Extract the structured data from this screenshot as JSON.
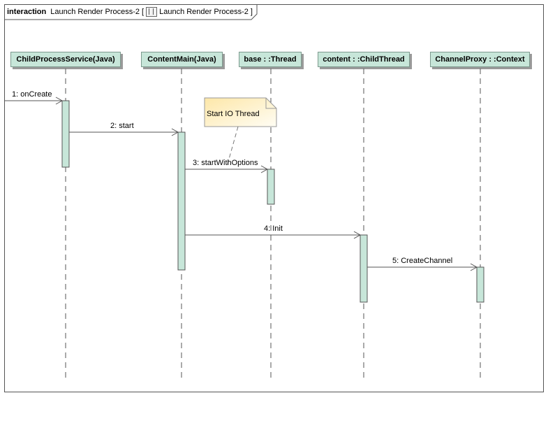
{
  "frame": {
    "keyword": "interaction",
    "name": "Launch Render Process-2",
    "bracket_open": "[",
    "reference": "Launch Render Process-2",
    "bracket_close": "]"
  },
  "lifelines": [
    {
      "id": "child-process-service",
      "label": "ChildProcessService(Java)"
    },
    {
      "id": "content-main",
      "label": "ContentMain(Java)"
    },
    {
      "id": "base-thread",
      "label": "base : :Thread"
    },
    {
      "id": "content-child-thread",
      "label": "content : :ChildThread"
    },
    {
      "id": "channel-proxy-context",
      "label": "ChannelProxy : :Context"
    }
  ],
  "messages": [
    {
      "label": "1: onCreate"
    },
    {
      "label": "2: start"
    },
    {
      "label": "3: startWithOptions"
    },
    {
      "label": "4: Init"
    },
    {
      "label": "5: CreateChannel"
    }
  ],
  "note": {
    "text": "Start IO Thread"
  },
  "colors": {
    "lifeline_fill": "#c7e6d9",
    "activation_fill": "#c7e6d9",
    "note_fill": "#fdf3c8",
    "line": "#555555"
  }
}
